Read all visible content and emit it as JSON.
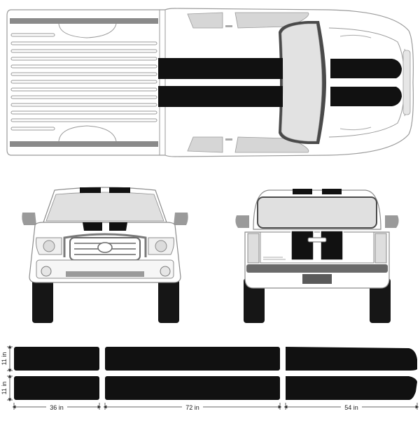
{
  "colors": {
    "stripe": "#111111",
    "body_fill": "#ffffff",
    "body_outline": "#8c8c8c",
    "glass": "#d9d9d9",
    "trim": "#777777",
    "tire": "#161616"
  },
  "views": {
    "top": "top-view",
    "front": "front-view",
    "rear": "rear-view",
    "kit": "stripe-kit-layout"
  },
  "dimensions": {
    "stripe_width_top": "11 in",
    "stripe_width_bottom": "11 in",
    "section_1_length": "36 in",
    "section_2_length": "72 in",
    "section_3_length": "54 in"
  }
}
